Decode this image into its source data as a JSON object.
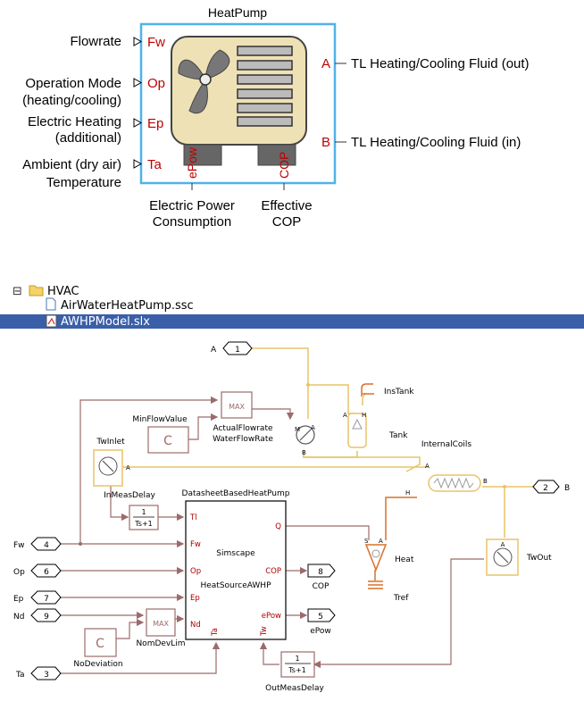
{
  "heatpump_block": {
    "title": "HeatPump",
    "inputs": [
      {
        "label_lines": [
          "Flowrate"
        ],
        "port": "Fw"
      },
      {
        "label_lines": [
          "Operation Mode",
          "(heating/cooling)"
        ],
        "port": "Op"
      },
      {
        "label_lines": [
          "Electric Heating",
          "(additional)"
        ],
        "port": "Ep"
      },
      {
        "label_lines": [
          "Ambient (dry air)",
          "Temperature"
        ],
        "port": "Ta"
      }
    ],
    "outputs": [
      {
        "port": "A",
        "label": "TL Heating/Cooling Fluid (out)"
      },
      {
        "port": "B",
        "label": "TL Heating/Cooling Fluid (in)"
      }
    ],
    "bottom_ports": [
      {
        "port": "ePow",
        "label_lines": [
          "Electric Power",
          "Consumption"
        ]
      },
      {
        "port": "COP",
        "label_lines": [
          "Effective",
          "COP"
        ]
      }
    ]
  },
  "tree": {
    "folder": "HVAC",
    "files": [
      {
        "name": "AirWaterHeatPump.ssc",
        "selected": false
      },
      {
        "name": "AWHPModel.slx",
        "selected": true
      }
    ],
    "selected_color": "#3a5fa8",
    "collapse_symbol": "⊟"
  },
  "model": {
    "ports_in": [
      {
        "num": "4",
        "label": "Fw"
      },
      {
        "num": "6",
        "label": "Op"
      },
      {
        "num": "7",
        "label": "Ep"
      },
      {
        "num": "9",
        "label": "Nd"
      },
      {
        "num": "3",
        "label": "Ta"
      },
      {
        "num": "1",
        "label": "A"
      }
    ],
    "ports_out": [
      {
        "num": "8",
        "label": "COP"
      },
      {
        "num": "5",
        "label": "ePow"
      },
      {
        "num": "2",
        "label": "B"
      }
    ],
    "main_block": {
      "title": "DatasheetBasedHeatPump",
      "center_top": "Simscape",
      "center_bottom": "HeatSourceAWHP",
      "ports_left": [
        "Tl",
        "Fw",
        "Op",
        "Ep",
        "Nd"
      ],
      "ports_right": [
        "Q",
        "COP",
        "ePow"
      ],
      "ports_bottom": [
        "Ta",
        "Tw"
      ]
    },
    "max_block_label": "MAX",
    "tf_num": "1",
    "tf_den": "Ts+1",
    "const_symbol": "C",
    "names": {
      "minflow": "MinFlowValue",
      "actualflow": [
        "ActualFlowrate",
        "WaterFlowRate"
      ],
      "twinlet": "TwInlet",
      "inmeas": "InMeasDelay",
      "instank": "InsTank",
      "tank": "Tank",
      "internalcoils": "InternalCoils",
      "heat": "Heat",
      "tref": "Tref",
      "twout": "TwOut",
      "nomdevlim": "NomDevLim",
      "nodeviation": "NoDeviation",
      "outmeas": "OutMeasDelay"
    },
    "node_letters": {
      "a": "A",
      "b": "B",
      "h": "H",
      "s": "S",
      "m": "M"
    },
    "colors": {
      "signal": "#9c6b6b",
      "thermal_liquid": "#e8c468",
      "thermal": "#d8702a",
      "port_text": "#b00000"
    }
  }
}
